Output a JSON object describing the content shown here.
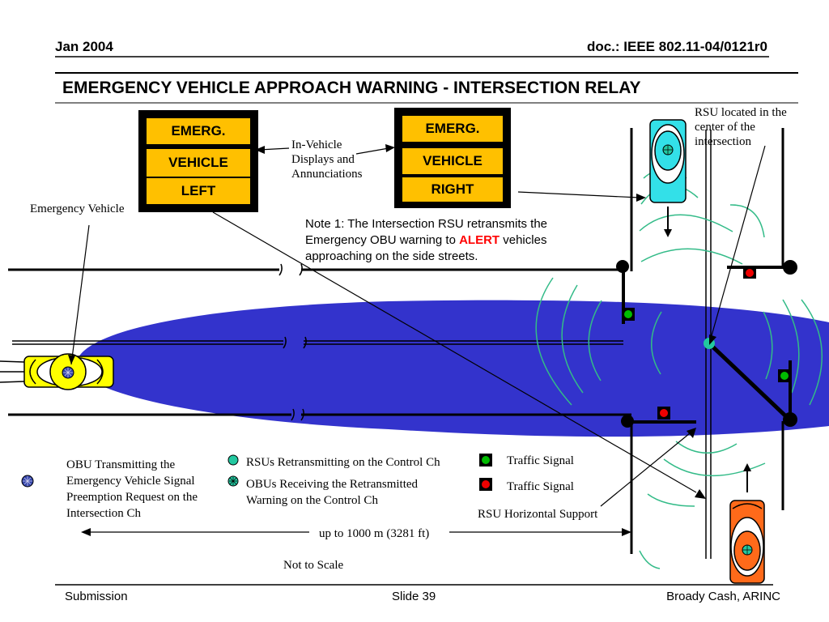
{
  "header": {
    "date": "Jan 2004",
    "doc": "doc.: IEEE 802.11-04/0121r0"
  },
  "title": "EMERGENCY VEHICLE APPROACH WARNING - INTERSECTION RELAY",
  "displays": {
    "left": {
      "line1": "EMERG.",
      "line2": "VEHICLE",
      "line3": "LEFT"
    },
    "right": {
      "line1": "EMERG.",
      "line2": "VEHICLE",
      "line3": "RIGHT"
    }
  },
  "labels": {
    "in_vehicle": [
      "In-Vehicle",
      "Displays and",
      "Annunciations"
    ],
    "emergency_vehicle": "Emergency Vehicle",
    "rsu_located": [
      "RSU located in the",
      "center of   the",
      "intersection"
    ],
    "note_line1": "Note 1: The Intersection RSU retransmits the",
    "note_line2_pre": "Emergency OBU warning to ",
    "note_alert": "ALERT",
    "note_line2_post": "  vehicles",
    "note_line3": "approaching on the side streets.",
    "rsu_horizontal_support": "RSU Horizontal Support",
    "distance": "up to 1000 m (3281 ft)",
    "not_to_scale": "Not to Scale"
  },
  "legend": {
    "obu_transmitting": [
      "OBU Transmitting the",
      "Emergency Vehicle Signal",
      "Preemption Request on the",
      "Intersection Ch"
    ],
    "rsus": "RSUs Retransmitting on the Control Ch",
    "obus_receiving": [
      "OBUs Receiving the Retransmitted",
      "Warning on the Control Ch"
    ],
    "traffic_green": "Traffic Signal",
    "traffic_red": "Traffic Signal"
  },
  "colors": {
    "coverage": "#3333cc",
    "wave": "#33bb88",
    "sign_bg": "#ffc000",
    "alert": "#ff0000",
    "ev_car": "#ffff00",
    "cyan_car": "#33e0e8",
    "orange_car": "#ff6a1a",
    "signal_green": "#00bb00",
    "signal_red": "#ee0000",
    "rsu": "#22c8a0"
  },
  "footer": {
    "left": "Submission",
    "center": "Slide 39",
    "right": "Broady Cash, ARINC"
  }
}
